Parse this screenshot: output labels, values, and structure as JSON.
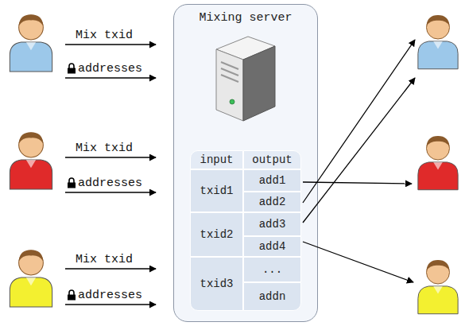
{
  "diagram": {
    "nodes": [
      {
        "text": [
          "Mixing server"
        ]
      },
      {
        "text": [
          "input"
        ],
        "in": 0
      },
      {
        "text": [
          "output"
        ],
        "in": 0
      },
      {
        "text": [
          "txid1"
        ],
        "in": 0
      },
      {
        "text": [
          "add1"
        ],
        "in": 0
      },
      {
        "text": [
          "add2"
        ],
        "in": 0
      },
      {
        "text": [
          "txid2"
        ],
        "in": 0
      },
      {
        "text": [
          "add3"
        ],
        "in": 0
      },
      {
        "text": [
          "add4"
        ],
        "in": 0
      },
      {
        "text": [
          "txid3"
        ],
        "in": 0
      },
      {
        "text": [
          "..."
        ],
        "in": 0
      },
      {
        "text": [
          "addn"
        ],
        "in": 0
      }
    ],
    "labels": [
      "Mix txid",
      "addresses",
      "Mix txid",
      "addresses",
      "Mix txid",
      "addresses"
    ]
  }
}
